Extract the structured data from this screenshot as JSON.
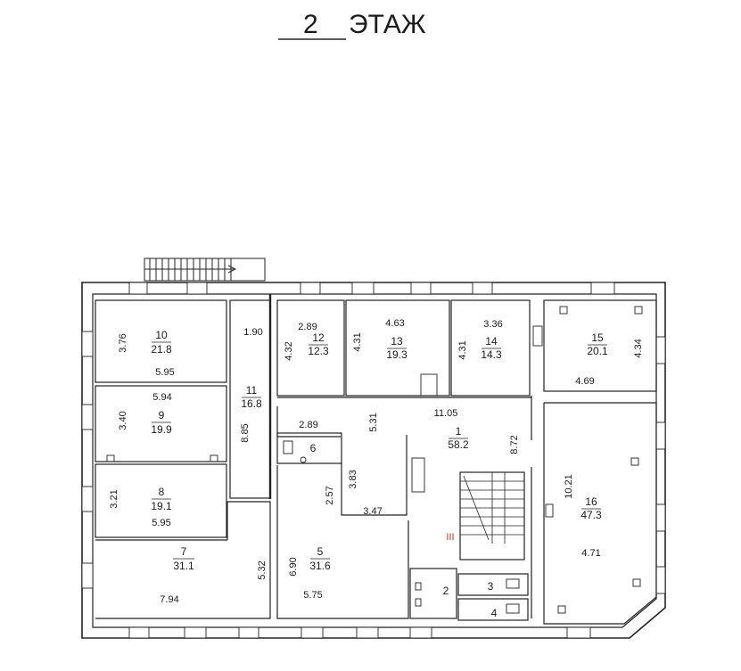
{
  "title": {
    "floor_number": "2",
    "floor_word": "ЭТАЖ"
  },
  "stair_mark": "III",
  "rooms": [
    {
      "number": "10",
      "area": "21.8"
    },
    {
      "number": "9",
      "area": "19.9"
    },
    {
      "number": "8",
      "area": "19.1"
    },
    {
      "number": "7",
      "area": "31.1"
    },
    {
      "number": "11",
      "area": "16.8"
    },
    {
      "number": "12",
      "area": "12.3"
    },
    {
      "number": "13",
      "area": "19.3"
    },
    {
      "number": "14",
      "area": "14.3"
    },
    {
      "number": "15",
      "area": "20.1"
    },
    {
      "number": "1",
      "area": "58.2"
    },
    {
      "number": "6",
      "area": ""
    },
    {
      "number": "5",
      "area": "31.6"
    },
    {
      "number": "16",
      "area": "47.3"
    },
    {
      "number": "2",
      "area": ""
    },
    {
      "number": "3",
      "area": ""
    },
    {
      "number": "4",
      "area": ""
    }
  ],
  "dimensions": [
    "3.76",
    "5.95",
    "5.94",
    "3.40",
    "3.21",
    "5.95",
    "7.94",
    "5.32",
    "1.90",
    "8.85",
    "2.89",
    "4.32",
    "4.31",
    "4.63",
    "3.36",
    "4.31",
    "4.34",
    "4.69",
    "11.05",
    "2.89",
    "5.31",
    "8.72",
    "3.83",
    "2.57",
    "3.47",
    "6.90",
    "5.75",
    "10.21",
    "4.71"
  ]
}
